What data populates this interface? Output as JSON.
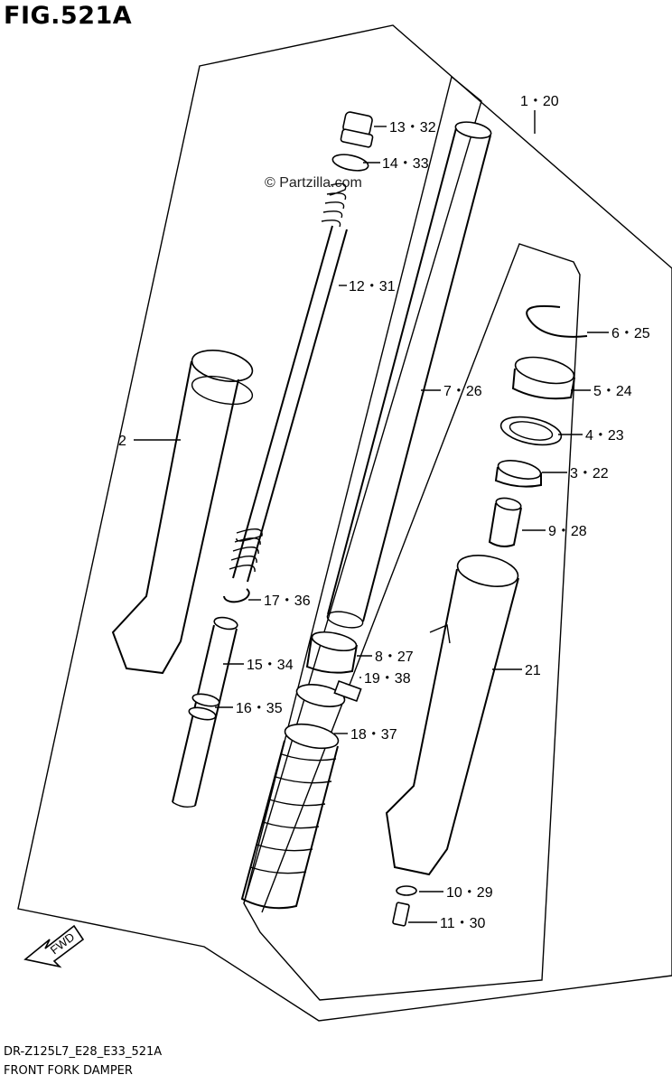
{
  "figure_title": "FIG.521A",
  "watermark": "© Partzilla.com",
  "footer": {
    "model_code": "DR-Z125L7_E28_E33_521A",
    "assembly_name": "FRONT FORK DAMPER"
  },
  "arrow_label": "FWD",
  "callouts": {
    "c1_20": "1・20",
    "c2": "2",
    "c3_22": "3・22",
    "c4_23": "4・23",
    "c5_24": "5・24",
    "c6_25": "6・25",
    "c7_26": "7・26",
    "c8_27": "8・27",
    "c9_28": "9・28",
    "c10_29": "10・29",
    "c11_30": "11・30",
    "c12_31": "12・31",
    "c13_32": "13・32",
    "c14_33": "14・33",
    "c15_34": "15・34",
    "c16_35": "16・35",
    "c17_36": "17・36",
    "c18_37": "18・37",
    "c19_38": "19・38",
    "c21": "21"
  }
}
